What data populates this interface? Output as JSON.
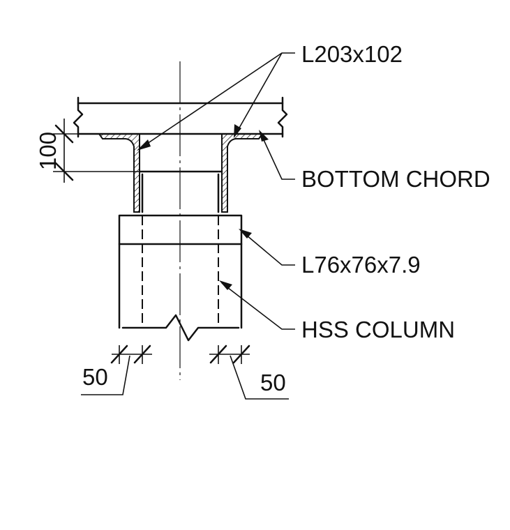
{
  "labels": {
    "angle_top": "L203x102",
    "bottom_chord": "BOTTOM CHORD",
    "angle_small": "L76x76x7.9",
    "hss_column": "HSS COLUMN"
  },
  "dimensions": {
    "vertical": "100",
    "left_edge": "50",
    "right_edge": "50"
  },
  "colors": {
    "line": "#111111",
    "background": "#ffffff"
  }
}
